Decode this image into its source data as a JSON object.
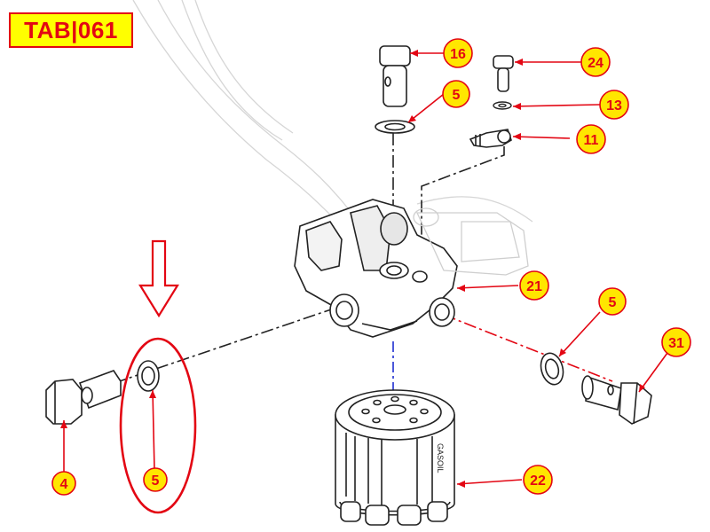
{
  "header": {
    "tab_code": "TAB|061"
  },
  "colors": {
    "accent_red": "#e30613",
    "callout_fill": "#ffe600",
    "line_dark": "#222222",
    "axis_blue": "#1f2fd0"
  },
  "callouts": [
    {
      "id": "c16",
      "label": "16"
    },
    {
      "id": "c24",
      "label": "24"
    },
    {
      "id": "c5a",
      "label": "5"
    },
    {
      "id": "c13",
      "label": "13"
    },
    {
      "id": "c11",
      "label": "11"
    },
    {
      "id": "c21",
      "label": "21"
    },
    {
      "id": "c5b",
      "label": "5"
    },
    {
      "id": "c31",
      "label": "31"
    },
    {
      "id": "c22",
      "label": "22"
    },
    {
      "id": "c4",
      "label": "4"
    },
    {
      "id": "c5c",
      "label": "5"
    }
  ],
  "parts_text": {
    "filter_brand": "GASOIL"
  }
}
